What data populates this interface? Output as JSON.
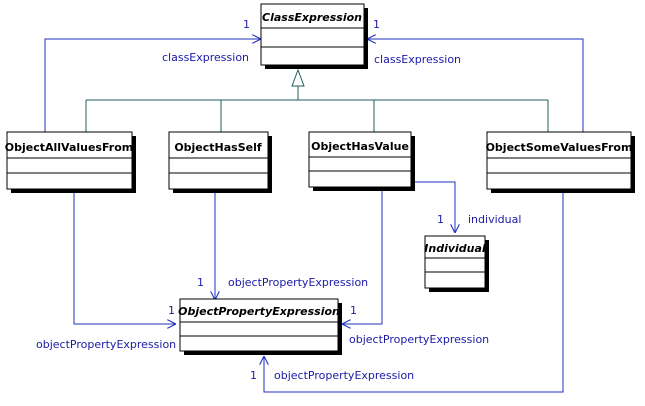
{
  "classes": {
    "class_expression": "ClassExpression",
    "object_all_values_from": "ObjectAllValuesFrom",
    "object_has_self": "ObjectHasSelf",
    "object_has_value": "ObjectHasValue",
    "object_some_values_from": "ObjectSomeValuesFrom",
    "individual": "Individual",
    "object_property_expression": "ObjectPropertyExpression"
  },
  "associations": {
    "all_values_class_role": "classExpression",
    "all_values_class_mult": "1",
    "some_values_class_role": "classExpression",
    "some_values_class_mult": "1",
    "has_value_individual_role": "individual",
    "has_value_individual_mult": "1",
    "has_self_ope_role": "objectPropertyExpression",
    "has_self_ope_mult": "1",
    "all_values_ope_role": "objectPropertyExpression",
    "all_values_ope_mult": "1",
    "has_value_ope_role": "objectPropertyExpression",
    "has_value_ope_mult": "1",
    "some_values_ope_role": "objectPropertyExpression",
    "some_values_ope_mult": "1"
  },
  "colors": {
    "generalization_line": "#1f5f5f",
    "association_line": "#2233bb",
    "label_text": "#1a1aa6"
  }
}
